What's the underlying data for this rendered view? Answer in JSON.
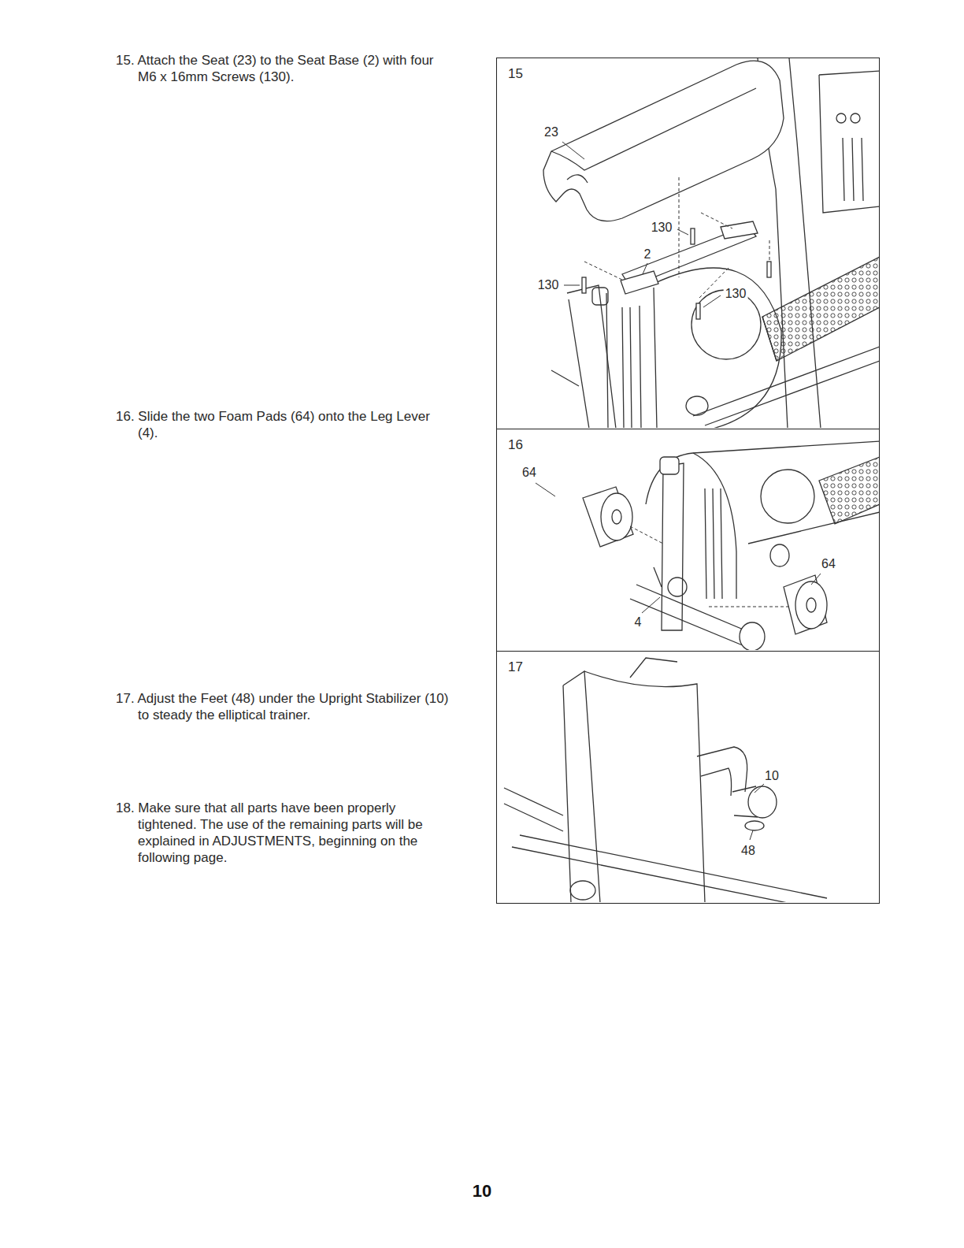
{
  "diagram": {
    "nodes": [
      {
        "text": [
          "15"
        ]
      },
      {
        "text": [
          "16"
        ]
      },
      {
        "text": [
          "17"
        ]
      }
    ],
    "labels": [
      "15. Attach the Seat (23) to the Seat Base (2) with four M6 x 16mm Screws (130).",
      "16. Slide the two Foam Pads (64) onto the Leg Lever (4).",
      "17. Adjust the Feet (48) under the Upright Stabilizer (10) to steady the elliptical trainer.",
      "18. Make sure that all parts have been properly tightened. The use of the remaining parts will be explained in ADJUSTMENTS, beginning on the following page.",
      "23",
      "130",
      "2",
      "130",
      "130",
      "64",
      "64",
      "4",
      "10",
      "48",
      "10"
    ]
  }
}
